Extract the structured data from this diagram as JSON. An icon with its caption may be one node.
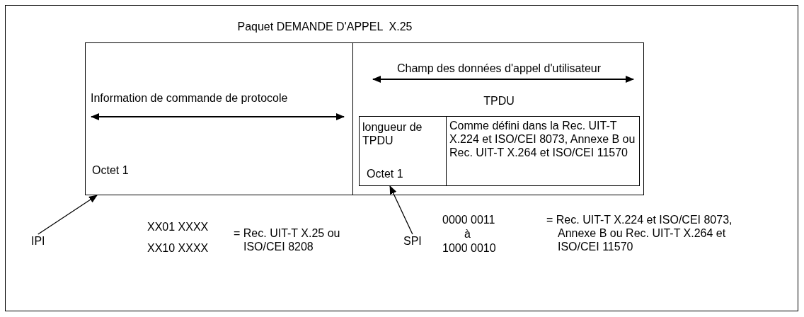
{
  "diagram": {
    "title": "Paquet DEMANDE D'APPEL  X.25",
    "nodes": [
      {
        "text": [
          "Information de commande de protocole",
          "Octet 1"
        ]
      },
      {
        "text": [
          "Champ des données d'appel d'utilisateur",
          "TPDU"
        ]
      },
      {
        "text": [
          "longueur de TPDU",
          "Octet 1"
        ],
        "in": 1
      },
      {
        "text": [
          "Comme défini dans la Rec. UIT-T X.224 et ISO/CEI 8073, Annexe B ou Rec. UIT-T X.264 et ISO/CEI 11570"
        ],
        "in": 1
      },
      {
        "text": [
          "IPI"
        ]
      },
      {
        "text": [
          "SPI"
        ]
      }
    ],
    "edges": [
      {
        "from": 4,
        "to": 0,
        "arrow": "to"
      },
      {
        "from": 5,
        "to": 2,
        "arrow": "to"
      }
    ],
    "labels": [
      "XX01 XXXX",
      "= Rec. UIT-T X.25 ou ISO/CEI 8208",
      "XX10 XXXX",
      "0000 0011",
      "à",
      "1000 0010",
      "= Rec. UIT-T X.224 et ISO/CEI 8073, Annexe B ou Rec. UIT-T X.264 et ISO/CEI 11570"
    ]
  }
}
